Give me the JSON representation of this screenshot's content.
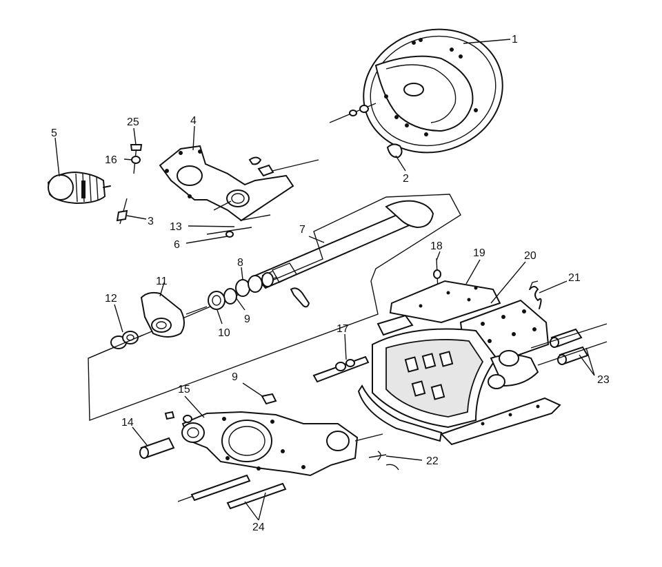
{
  "part_labels": {
    "p1": "1",
    "p2": "2",
    "p3": "3",
    "p4": "4",
    "p5": "5",
    "p6": "6",
    "p7": "7",
    "p8": "8",
    "p9a": "9",
    "p9b": "9",
    "p10": "10",
    "p11": "11",
    "p12": "12",
    "p13": "13",
    "p14": "14",
    "p15": "15",
    "p16": "16",
    "p17": "17",
    "p18": "18",
    "p19": "19",
    "p20": "20",
    "p21": "21",
    "p22": "22",
    "p23": "23",
    "p24": "24",
    "p25": "25"
  }
}
